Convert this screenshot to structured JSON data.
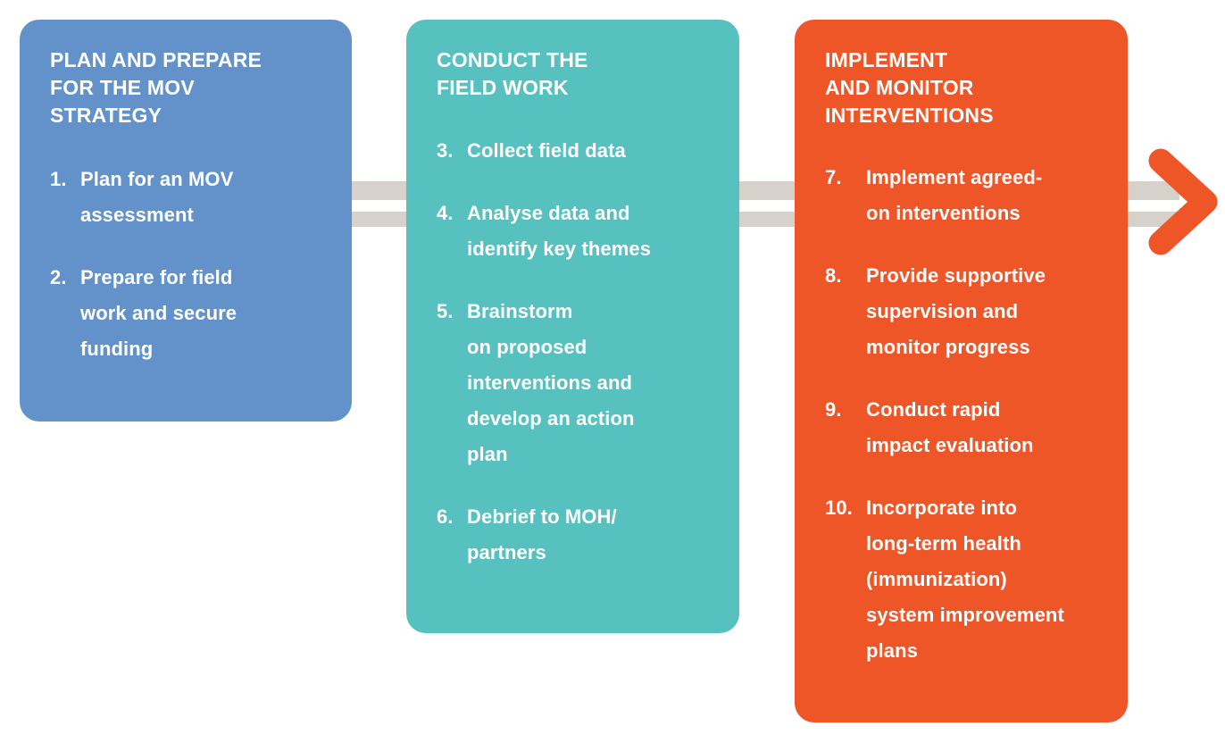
{
  "diagram": {
    "title": "MOV strategy process flow",
    "colors": {
      "plan_box": "#6392CA",
      "conduct_box": "#57C1BF",
      "implement_box": "#EE5527",
      "connector_rail": "#D6D2CB",
      "arrow": "#EE5527",
      "text": "#FFFFFF",
      "background": "#FFFFFF"
    },
    "stages": [
      {
        "id": "plan",
        "title": "PLAN AND PREPARE\nFOR THE MOV\nSTRATEGY",
        "steps": [
          {
            "number": "1.",
            "text": "Plan for an MOV\nassessment"
          },
          {
            "number": "2.",
            "text": "Prepare for field\nwork and secure\nfunding"
          }
        ]
      },
      {
        "id": "conduct",
        "title": "CONDUCT THE\nFIELD WORK",
        "steps": [
          {
            "number": "3.",
            "text": "Collect field data"
          },
          {
            "number": "4.",
            "text": "Analyse data and\nidentify key themes"
          },
          {
            "number": "5.",
            "text": "Brainstorm\non proposed\ninterventions  and\ndevelop an action\nplan"
          },
          {
            "number": "6.",
            "text": "Debrief to MOH/\npartners"
          }
        ]
      },
      {
        "id": "implement",
        "title": "IMPLEMENT\nAND MONITOR\nINTERVENTIONS",
        "steps": [
          {
            "number": "7.",
            "text": "Implement agreed-\non interventions"
          },
          {
            "number": "8.",
            "text": "Provide supportive\nsupervision and\nmonitor progress"
          },
          {
            "number": "9.",
            "text": "Conduct rapid\nimpact evaluation"
          },
          {
            "number": "10.",
            "text": "Incorporate into\nlong-term  health\n(immunization)\nsystem improvement\nplans"
          }
        ]
      }
    ],
    "connectors": [
      {
        "id": "plan-to-conduct"
      },
      {
        "id": "conduct-to-implement"
      },
      {
        "id": "implement-to-arrow"
      }
    ],
    "arrow": {
      "id": "flow-arrow",
      "shape": "chevron-right"
    }
  }
}
